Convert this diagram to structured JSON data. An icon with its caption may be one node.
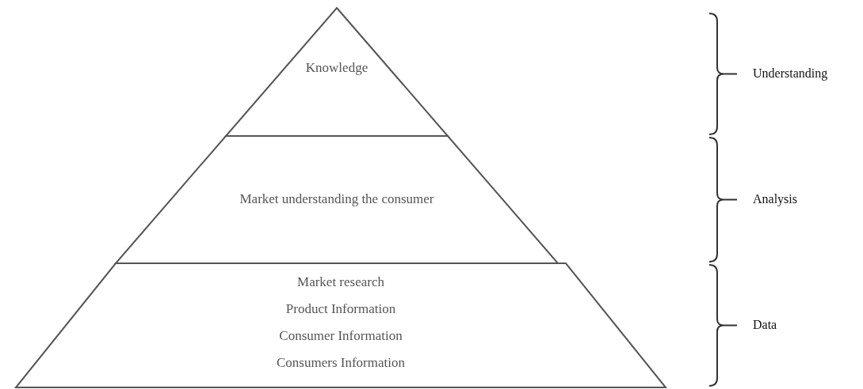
{
  "diagram": {
    "nodes": [
      {
        "text": [
          "Knowledge"
        ]
      },
      {
        "text": [
          "Market understanding the consumer"
        ]
      },
      {
        "text": [
          "Market research",
          "Product Information",
          "Consumer Information",
          "Consumers Information"
        ]
      }
    ],
    "labels": [
      "Understanding",
      "Analysis",
      "Data"
    ]
  }
}
